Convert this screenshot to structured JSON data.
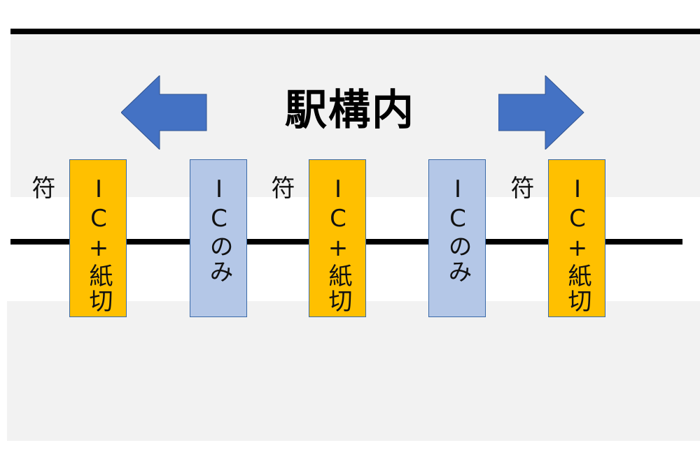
{
  "title": "駅構内",
  "gates": [
    {
      "label": "IC+紙切符",
      "type": "ic-paper"
    },
    {
      "label": "ICのみ",
      "type": "ic-only"
    },
    {
      "label": "IC+紙切符",
      "type": "ic-paper"
    },
    {
      "label": "ICのみ",
      "type": "ic-only"
    },
    {
      "label": "IC+紙切符",
      "type": "ic-paper"
    }
  ],
  "colors": {
    "ic_paper_gate": "#ffc000",
    "ic_only_gate": "#b4c7e7",
    "arrow": "#4472c4",
    "band": "#f2f2f2"
  },
  "icons": {
    "left": "arrow-left-icon",
    "right": "arrow-right-icon"
  }
}
